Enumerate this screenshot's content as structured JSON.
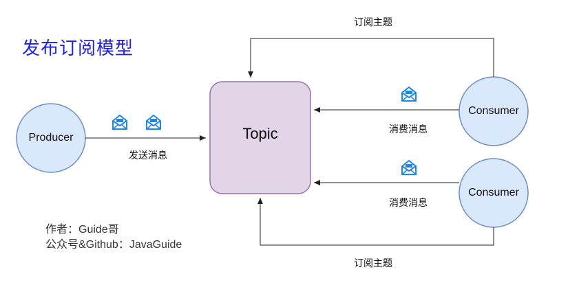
{
  "title": "发布订阅模型",
  "nodes": {
    "producer": "Producer",
    "topic": "Topic",
    "consumer_top": "Consumer",
    "consumer_bottom": "Consumer"
  },
  "edges": {
    "send": "发送消息",
    "consume_top": "消费消息",
    "consume_bottom": "消费消息",
    "subscribe_top": "订阅主题",
    "subscribe_bottom": "订阅主题"
  },
  "author": {
    "line1": "作者：Guide哥",
    "line2": "公众号&Github：JavaGuide"
  },
  "colors": {
    "title": "#1f1fe6",
    "circle_fill": "#dae8fc",
    "circle_stroke": "#6c8ebf",
    "topic_fill": "#e1d5e7",
    "topic_stroke": "#9673a6",
    "arrow": "#222222",
    "envelope": "#1e88e5"
  },
  "icons": [
    "envelope-icon"
  ]
}
